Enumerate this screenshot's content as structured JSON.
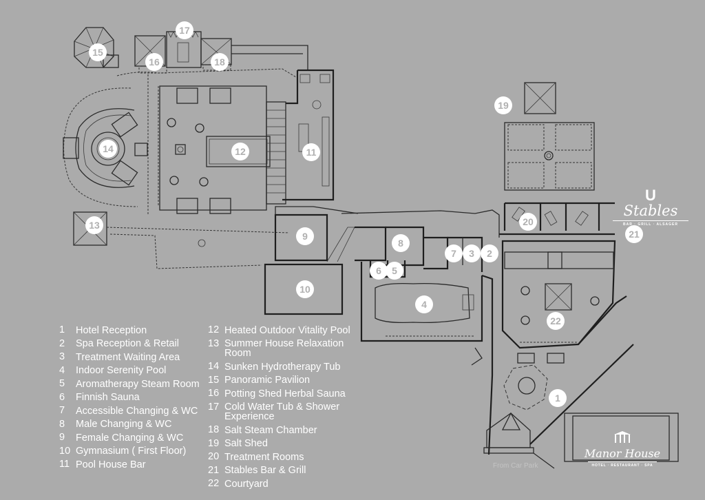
{
  "map": {
    "title": "Manor House Spa Site Plan",
    "background_color": "#ababab",
    "marker_fill": "#ffffff",
    "marker_text_color": "#b0b0b0",
    "line_color": "#2a2a2a",
    "markers": [
      {
        "id": "1",
        "label": "1"
      },
      {
        "id": "2",
        "label": "2"
      },
      {
        "id": "3",
        "label": "3"
      },
      {
        "id": "4",
        "label": "4"
      },
      {
        "id": "5",
        "label": "5"
      },
      {
        "id": "6",
        "label": "6"
      },
      {
        "id": "7",
        "label": "7"
      },
      {
        "id": "8",
        "label": "8"
      },
      {
        "id": "9",
        "label": "9"
      },
      {
        "id": "10",
        "label": "10"
      },
      {
        "id": "11",
        "label": "11"
      },
      {
        "id": "12",
        "label": "12"
      },
      {
        "id": "13",
        "label": "13"
      },
      {
        "id": "14",
        "label": "14"
      },
      {
        "id": "15",
        "label": "15"
      },
      {
        "id": "16",
        "label": "16"
      },
      {
        "id": "17",
        "label": "17"
      },
      {
        "id": "18",
        "label": "18"
      },
      {
        "id": "19",
        "label": "19"
      },
      {
        "id": "20",
        "label": "20"
      },
      {
        "id": "21",
        "label": "21"
      },
      {
        "id": "22",
        "label": "22"
      }
    ],
    "from_car_park": "From Car Park"
  },
  "legend": {
    "left": [
      {
        "num": "1",
        "label": "Hotel Reception"
      },
      {
        "num": "2",
        "label": "Spa Reception & Retail"
      },
      {
        "num": "3",
        "label": "Treatment Waiting Area"
      },
      {
        "num": "4",
        "label": "Indoor Serenity Pool"
      },
      {
        "num": "5",
        "label": "Aromatherapy Steam Room"
      },
      {
        "num": "6",
        "label": "Finnish Sauna"
      },
      {
        "num": "7",
        "label": "Accessible Changing & WC"
      },
      {
        "num": "8",
        "label": "Male Changing & WC"
      },
      {
        "num": "9",
        "label": "Female Changing & WC"
      },
      {
        "num": "10",
        "label": "Gymnasium ( First Floor)"
      },
      {
        "num": "11",
        "label": "Pool House Bar"
      }
    ],
    "right": [
      {
        "num": "12",
        "label": "Heated Outdoor Vitality Pool"
      },
      {
        "num": "13",
        "label": "Summer House Relaxation Room"
      },
      {
        "num": "14",
        "label": "Sunken Hydrotherapy Tub"
      },
      {
        "num": "15",
        "label": "Panoramic Pavilion"
      },
      {
        "num": "16",
        "label": "Potting Shed Herbal Sauna"
      },
      {
        "num": "17",
        "label": "Cold Water Tub & Shower Experience"
      },
      {
        "num": "18",
        "label": "Salt Steam Chamber"
      },
      {
        "num": "19",
        "label": "Salt Shed"
      },
      {
        "num": "20",
        "label": "Treatment Rooms"
      },
      {
        "num": "21",
        "label": "Stables Bar & Grill"
      },
      {
        "num": "22",
        "label": "Courtyard"
      }
    ]
  },
  "logos": {
    "stables": {
      "icon": "horseshoe-icon",
      "glyph": "U",
      "title": "Stables",
      "subtitle": "BAR · GRILL · ALSAGER"
    },
    "manor_house": {
      "icon": "gazebo-icon",
      "title": "Manor House",
      "subtitle": "HOTEL · RESTAURANT · SPA"
    }
  }
}
